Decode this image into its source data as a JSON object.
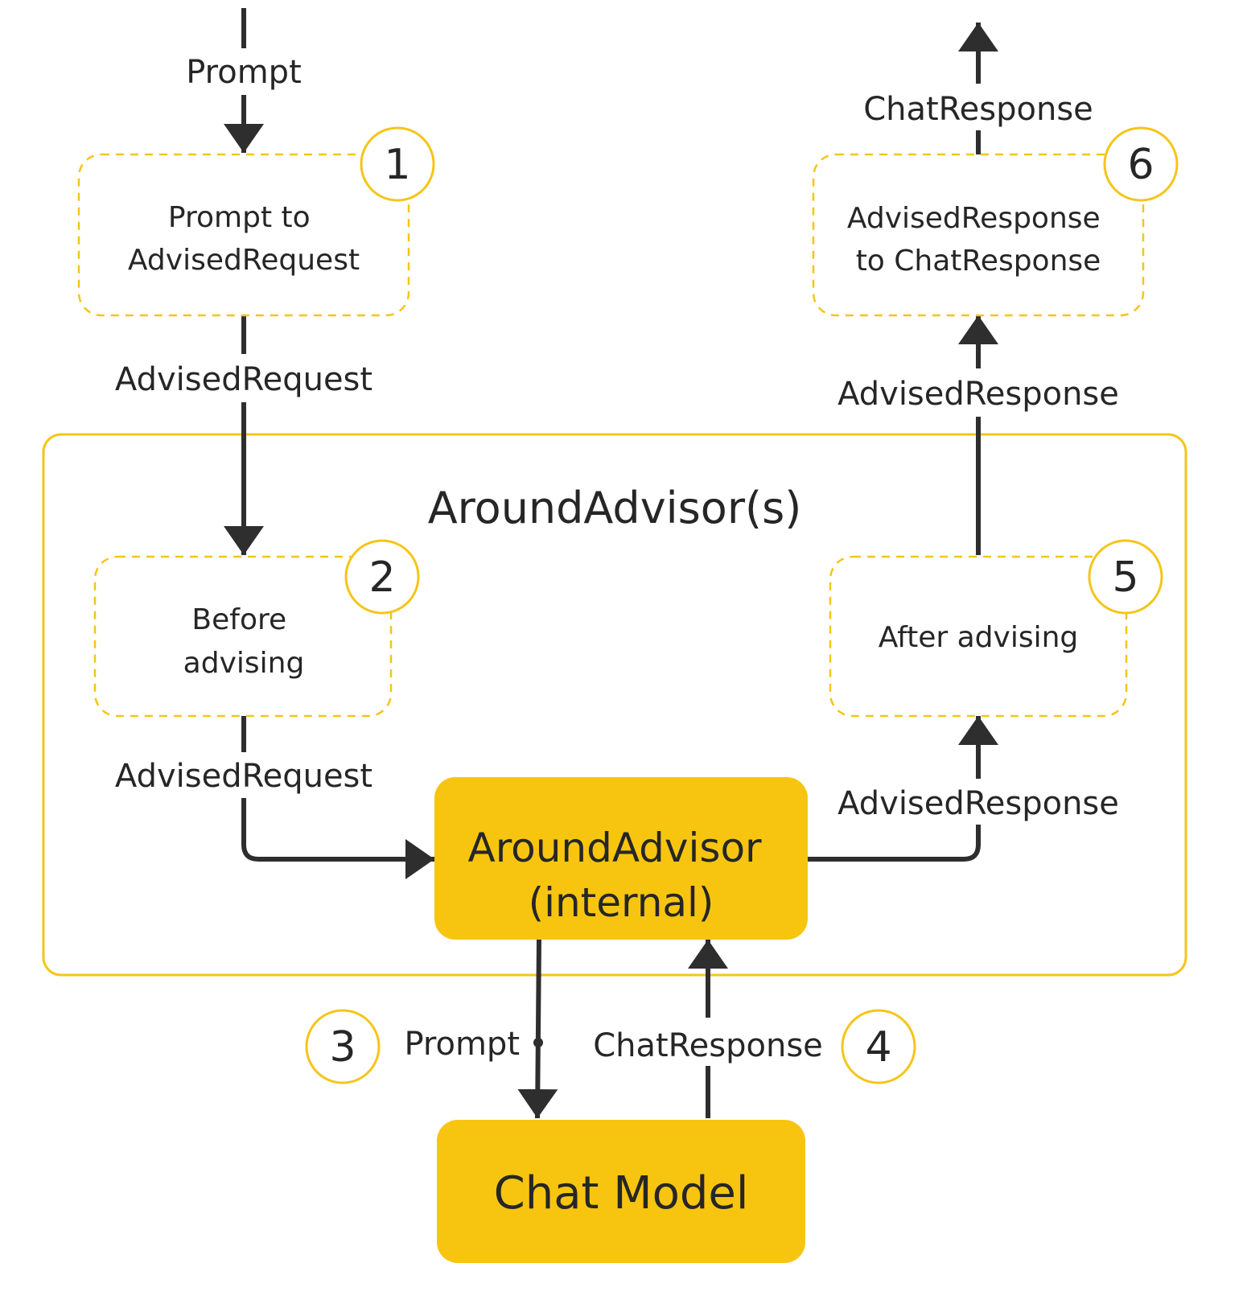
{
  "colors": {
    "accent": "#F5C518",
    "fill": "#F7C510",
    "ink": "#2E2E2E"
  },
  "container": {
    "title": "AroundAdvisor(s)"
  },
  "steps": {
    "s1": {
      "number": "1",
      "lines": [
        "Prompt to",
        "AdvisedRequest"
      ]
    },
    "s2": {
      "number": "2",
      "lines": [
        "Before",
        "advising"
      ]
    },
    "s3": {
      "number": "3"
    },
    "s4": {
      "number": "4"
    },
    "s5": {
      "number": "5",
      "lines": [
        "After advising"
      ]
    },
    "s6": {
      "number": "6",
      "lines": [
        "AdvisedResponse",
        "to ChatResponse"
      ]
    }
  },
  "nodes": {
    "around_internal": {
      "lines": [
        "AroundAdvisor",
        "(internal)"
      ]
    },
    "chat_model": {
      "label": "Chat Model"
    }
  },
  "edge_labels": {
    "prompt_in": "Prompt",
    "advised_request_1": "AdvisedRequest",
    "advised_request_2": "AdvisedRequest",
    "prompt_out": "Prompt",
    "chat_response_in": "ChatResponse",
    "advised_response_1": "AdvisedResponse",
    "advised_response_2": "AdvisedResponse",
    "chat_response_out": "ChatResponse"
  }
}
